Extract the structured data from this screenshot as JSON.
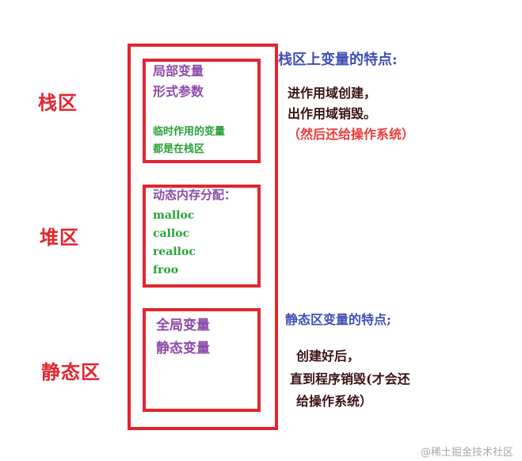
{
  "colors": {
    "accent": "#e1262f",
    "purple": "#8e4aa8",
    "green": "#27a336",
    "blue": "#3f4fb8",
    "dark": "#3a1214",
    "red": "#ea3b3b",
    "watermark": "#a8a8a8"
  },
  "regions": {
    "stack": "栈区",
    "heap": "堆区",
    "static": "静态区"
  },
  "stack_box": {
    "items": [
      "局部变量",
      "形式参数",
      "临时作用的变量",
      "都是在栈区"
    ]
  },
  "heap_box": {
    "title": "动态内存分配：",
    "functions": [
      "malloc",
      "calloc",
      "realloc",
      "froo"
    ]
  },
  "static_box": {
    "items": [
      "全局变量",
      "静态变量"
    ]
  },
  "notes": {
    "stack_title": "栈区上变量的特点:",
    "stack_lines": [
      "进作用域创建，",
      "出作用域销毁。",
      "（然后还给操作系统）"
    ],
    "static_title": "静态区变量的特点;",
    "static_lines": [
      "创建好后，",
      "直到程序销毁(才会还",
      "给操作系统）"
    ]
  },
  "watermark": "@稀土掘金技术社区"
}
